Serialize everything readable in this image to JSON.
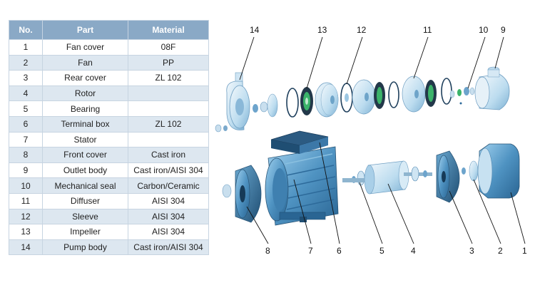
{
  "table": {
    "headers": {
      "no": "No.",
      "part": "Part",
      "material": "Material"
    },
    "rows": [
      {
        "no": "1",
        "part": "Fan cover",
        "material": "08F"
      },
      {
        "no": "2",
        "part": "Fan",
        "material": "PP"
      },
      {
        "no": "3",
        "part": "Rear cover",
        "material": "ZL 102"
      },
      {
        "no": "4",
        "part": "Rotor",
        "material": ""
      },
      {
        "no": "5",
        "part": "Bearing",
        "material": ""
      },
      {
        "no": "6",
        "part": "Terminal box",
        "material": "ZL 102"
      },
      {
        "no": "7",
        "part": "Stator",
        "material": ""
      },
      {
        "no": "8",
        "part": "Front cover",
        "material": "Cast iron"
      },
      {
        "no": "9",
        "part": "Outlet body",
        "material": "Cast iron/AISI 304"
      },
      {
        "no": "10",
        "part": "Mechanical seal",
        "material": "Carbon/Ceramic"
      },
      {
        "no": "11",
        "part": "Diffuser",
        "material": "AISI 304"
      },
      {
        "no": "12",
        "part": "Sleeve",
        "material": "AISI 304"
      },
      {
        "no": "13",
        "part": "Impeller",
        "material": "AISI 304"
      },
      {
        "no": "14",
        "part": "Pump body",
        "material": "Cast iron/AISI 304"
      }
    ]
  },
  "callouts": {
    "top": [
      "14",
      "13",
      "12",
      "11",
      "10",
      "9"
    ],
    "bottom": [
      "8",
      "7",
      "6",
      "5",
      "4",
      "3",
      "2",
      "1"
    ]
  },
  "colors": {
    "header": "#8aa9c6",
    "row_alt": "#dde7f0",
    "part_blue": "#5a9cc6",
    "part_light": "#bcdcef"
  }
}
